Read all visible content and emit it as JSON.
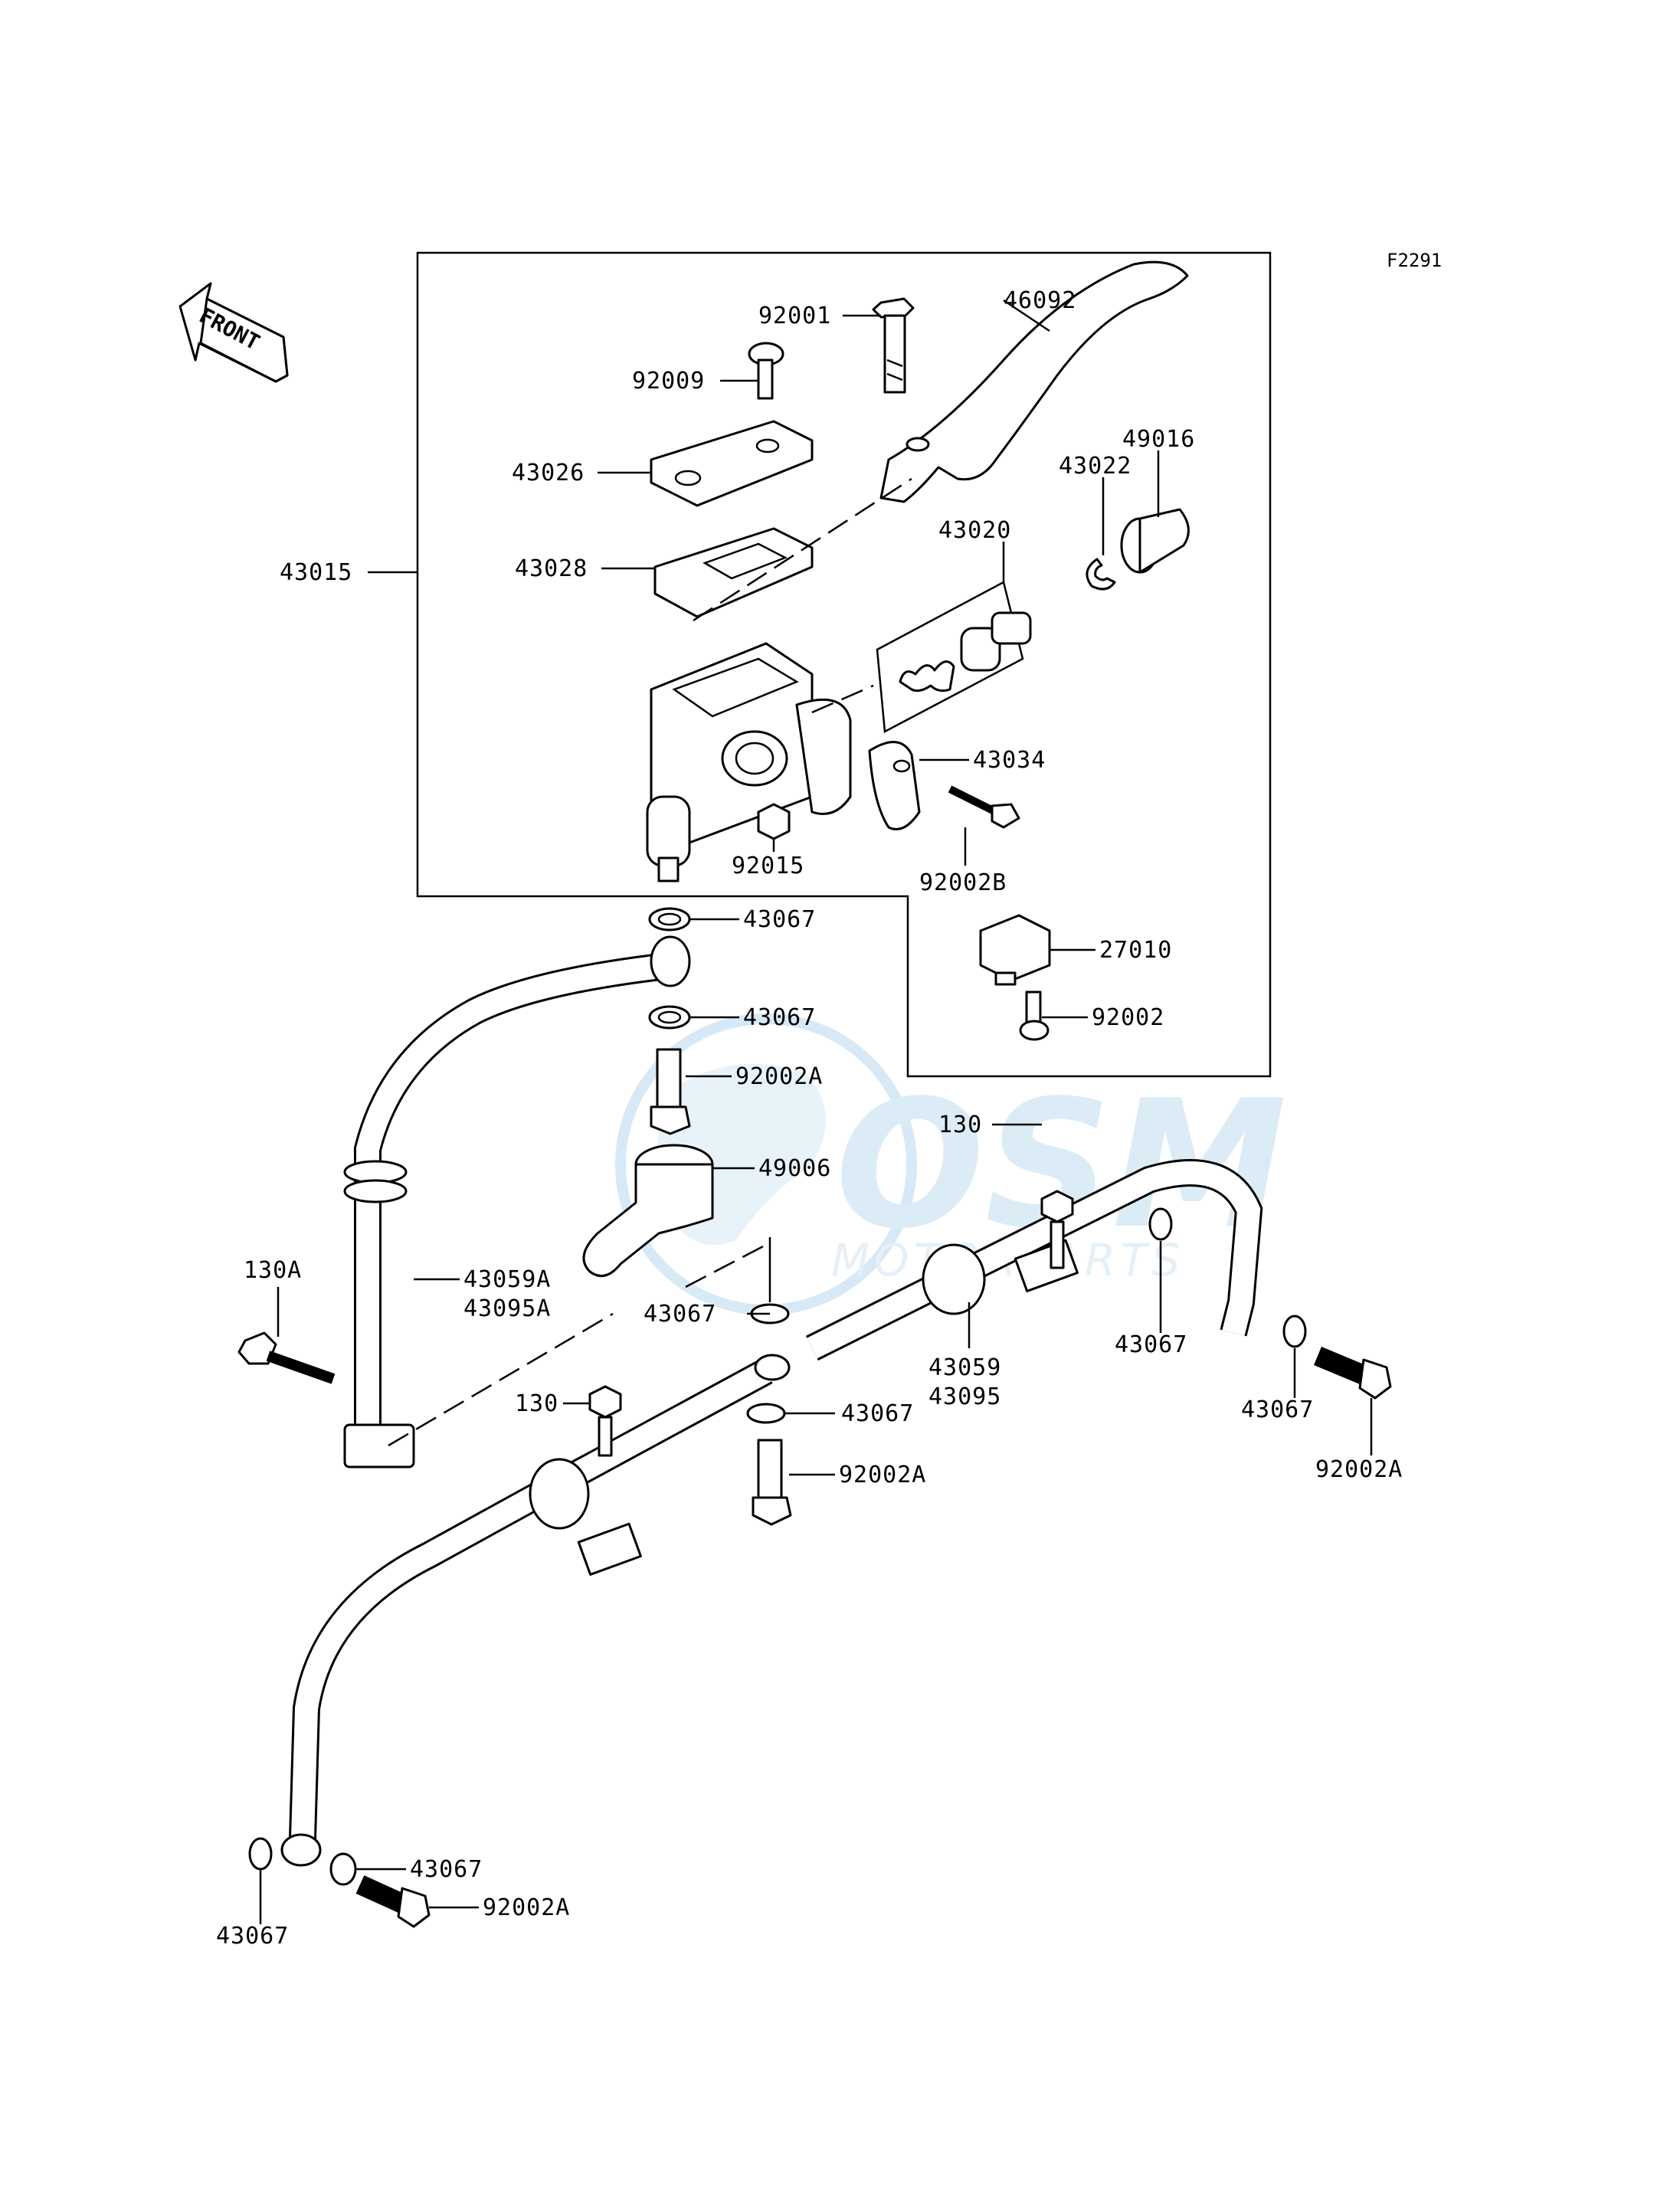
{
  "figure_code": "F2291",
  "front_arrow_text": "FRONT",
  "watermark": {
    "logo_text": "OSM",
    "subtext": "MOTORPARTS",
    "color": "#9ec9e6"
  },
  "parts": [
    {
      "id": "p92001",
      "label": "92001"
    },
    {
      "id": "p46092",
      "label": "46092"
    },
    {
      "id": "p92009",
      "label": "92009"
    },
    {
      "id": "p43026",
      "label": "43026"
    },
    {
      "id": "p49016",
      "label": "49016"
    },
    {
      "id": "p43022",
      "label": "43022"
    },
    {
      "id": "p43020",
      "label": "43020"
    },
    {
      "id": "p43015",
      "label": "43015"
    },
    {
      "id": "p43028",
      "label": "43028"
    },
    {
      "id": "p43034",
      "label": "43034"
    },
    {
      "id": "p92015",
      "label": "92015"
    },
    {
      "id": "p92002B",
      "label": "92002B"
    },
    {
      "id": "p43067a",
      "label": "43067"
    },
    {
      "id": "p27010",
      "label": "27010"
    },
    {
      "id": "p43067b",
      "label": "43067"
    },
    {
      "id": "p92002",
      "label": "92002"
    },
    {
      "id": "p92002Aa",
      "label": "92002A"
    },
    {
      "id": "p130a",
      "label": "130"
    },
    {
      "id": "p49006",
      "label": "49006"
    },
    {
      "id": "p130A",
      "label": "130A"
    },
    {
      "id": "p43059A",
      "label": "43059A"
    },
    {
      "id": "p43095A",
      "label": "43095A"
    },
    {
      "id": "p43067c",
      "label": "43067"
    },
    {
      "id": "p43059",
      "label": "43059"
    },
    {
      "id": "p43095",
      "label": "43095"
    },
    {
      "id": "p43067d",
      "label": "43067"
    },
    {
      "id": "p130b",
      "label": "130"
    },
    {
      "id": "p43067e",
      "label": "43067"
    },
    {
      "id": "p92002Ab",
      "label": "92002A"
    },
    {
      "id": "p43067f",
      "label": "43067"
    },
    {
      "id": "p92002Ac",
      "label": "92002A"
    },
    {
      "id": "p43067g",
      "label": "43067"
    },
    {
      "id": "p43067h",
      "label": "43067"
    },
    {
      "id": "p92002Ad",
      "label": "92002A"
    }
  ]
}
